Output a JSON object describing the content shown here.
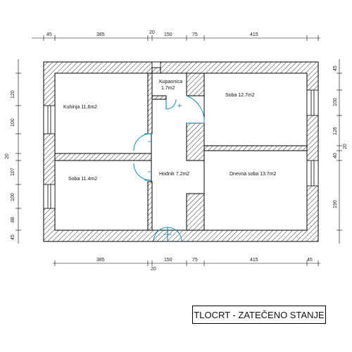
{
  "title": "TLOCRT - ZATEČENO STANJE",
  "rooms": {
    "kuhinja": "Kuhinja 11,6m2",
    "kupaonica_name": "Kupaonica",
    "kupaonica_area": "1.7m2",
    "soba_top": "Soba 12.7m2",
    "soba_bottom": "Soba 11.4m2",
    "hodnik": "Hodnik 7.2m2",
    "dnevna": "Dnevna soba 13.7m2"
  },
  "dimensions": {
    "top": [
      "45",
      "385",
      "20",
      "150",
      "75",
      "415"
    ],
    "bottom": [
      "385",
      "20",
      "150",
      "75",
      "415",
      "45"
    ],
    "left": [
      "120",
      "100",
      "20",
      "107",
      "100",
      "88",
      "45"
    ],
    "right": [
      "45",
      "100",
      "126",
      "40",
      "20",
      "190"
    ]
  },
  "colors": {
    "door": "#1a8fb5",
    "wall_outline": "#000000"
  }
}
